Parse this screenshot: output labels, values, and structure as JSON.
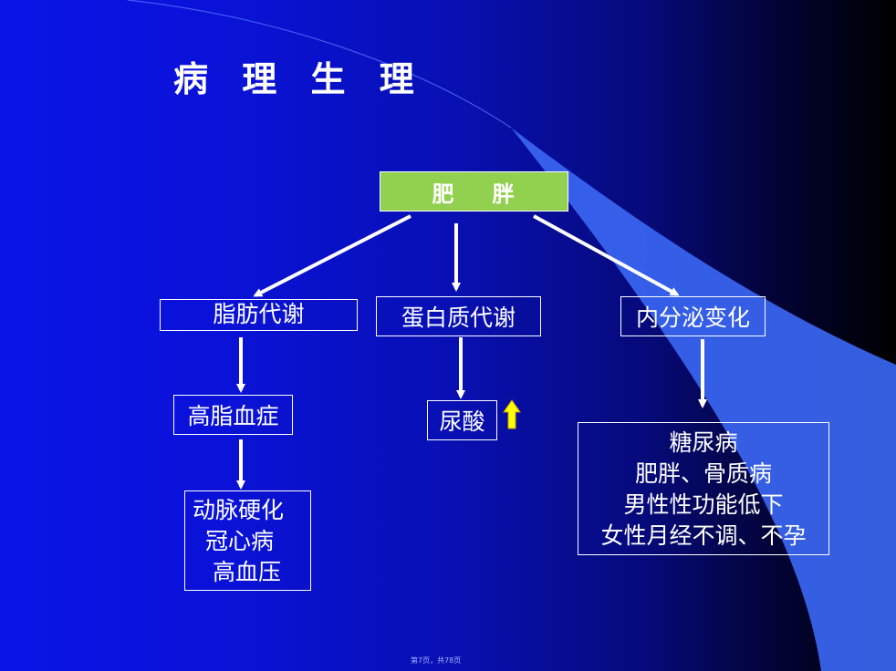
{
  "title": "病 理 生 理",
  "root": {
    "part1": "肥",
    "part2": "胖"
  },
  "branches": {
    "lipid": "脂肪代谢",
    "protein": "蛋白质代谢",
    "endocrine": "内分泌变化"
  },
  "lipid_children": {
    "level1": "高脂血症",
    "level2": [
      "动脉硬化",
      "冠心病",
      "高血压"
    ]
  },
  "protein_children": {
    "level1": "尿酸"
  },
  "endocrine_children": {
    "items": [
      "糖尿病",
      "肥胖、骨质病",
      "男性性功能低下",
      "女性月经不调、不孕"
    ]
  },
  "colors": {
    "root_fill": "#92d050",
    "up_arrow": "#ffff00"
  },
  "icons": {
    "increase": "up-arrow-icon"
  },
  "footer": "第7页，共78页"
}
